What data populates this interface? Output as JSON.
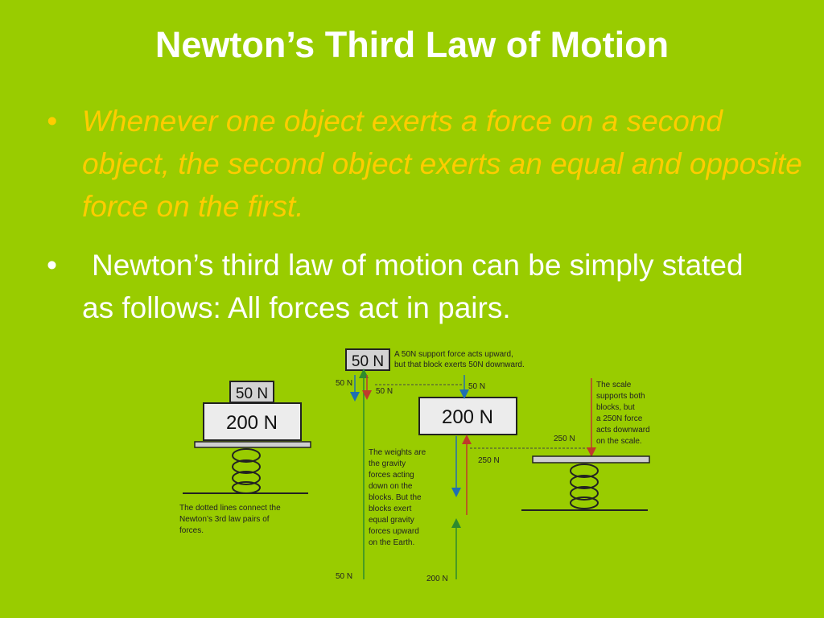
{
  "slide": {
    "title": "Newton’s Third Law of Motion",
    "bullets": [
      {
        "marker": "•",
        "text": "Whenever one object exerts a force on a second object, the second object exerts an equal and opposite force on the first."
      },
      {
        "marker": "•",
        "text": "Newton’s third law of motion can be simply stated as follows: All forces act in pairs."
      }
    ]
  },
  "figure_left": {
    "small_block": "50 N",
    "big_block": "200 N",
    "caption": [
      "The dotted lines connect the",
      "Newton’s 3rd law pairs of",
      "forces."
    ]
  },
  "figure_right": {
    "small_block": "50 N",
    "big_block": "200 N",
    "note_top": [
      "A 50N support force acts upward,",
      "but that block exerts 50N downward."
    ],
    "note_weights": [
      "The weights are",
      "the gravity",
      "forces acting",
      "down on the",
      "blocks. But the",
      "blocks exert",
      "equal gravity",
      "forces upward",
      "on the Earth."
    ],
    "note_scale": [
      "The scale",
      "supports both",
      "blocks, but",
      "a 250N force",
      "acts downward",
      "on the scale."
    ],
    "labels": {
      "f50_left_top": "50 N",
      "f50_under_block": "50 N",
      "f50_right": "50 N",
      "f250_top": "250 N",
      "f250_mid": "250 N",
      "f50_bottom": "50 N",
      "f200_bottom": "200 N"
    }
  },
  "colors": {
    "background": "#99cc00",
    "title": "#ffffff",
    "bullet1": "#ffcc00",
    "bullet2": "#ffffff",
    "arrow_blue": "#1f6fb2",
    "arrow_red": "#c0392b",
    "arrow_green": "#2e8b2e"
  }
}
